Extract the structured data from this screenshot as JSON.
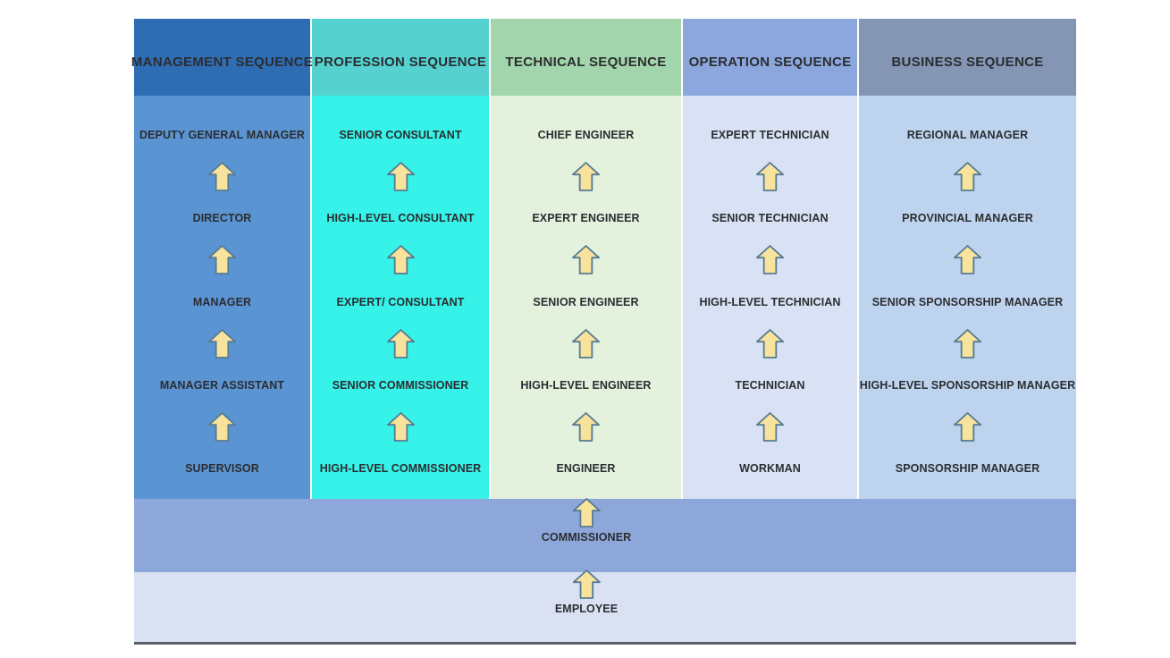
{
  "columns": [
    {
      "title": "MANAGEMENT SEQUENCE",
      "header_color": "#2e6db4",
      "body_color": "#5b94d2",
      "roles": [
        "DEPUTY GENERAL MANAGER",
        "DIRECTOR",
        "MANAGER",
        "MANAGER ASSISTANT",
        "SUPERVISOR"
      ]
    },
    {
      "title": "PROFESSION SEQUENCE",
      "header_color": "#55d1cf",
      "body_color": "#37f2e9",
      "roles": [
        "SENIOR CONSULTANT",
        "HIGH-LEVEL CONSULTANT",
        "EXPERT/ CONSULTANT",
        "SENIOR COMMISSIONER",
        "HIGH-LEVEL COMMISSIONER"
      ]
    },
    {
      "title": "TECHNICAL SEQUENCE",
      "header_color": "#a2d5ab",
      "body_color": "#e4f1dd",
      "roles": [
        "CHIEF ENGINEER",
        "EXPERT ENGINEER",
        "SENIOR ENGINEER",
        "HIGH-LEVEL ENGINEER",
        "ENGINEER"
      ]
    },
    {
      "title": "OPERATION SEQUENCE",
      "header_color": "#8ba7dd",
      "body_color": "#d9e2f4",
      "roles": [
        "EXPERT TECHNICIAN",
        "SENIOR TECHNICIAN",
        "HIGH-LEVEL TECHNICIAN",
        "TECHNICIAN",
        "WORKMAN"
      ]
    },
    {
      "title": "BUSINESS SEQUENCE",
      "header_color": "#8496b4",
      "body_color": "#bed4ee",
      "roles": [
        "REGIONAL MANAGER",
        "PROVINCIAL MANAGER",
        "SENIOR SPONSORSHIP MANAGER",
        "HIGH-LEVEL SPONSORSHIP MANAGER",
        "SPONSORSHIP MANAGER"
      ]
    }
  ],
  "shared_levels": {
    "commissioner": {
      "label": "COMMISSIONER",
      "band_color": "#8da7da"
    },
    "employee": {
      "label": "EMPLOYEE",
      "band_color": "#d9e1f3"
    }
  },
  "icons": {
    "up_arrow": {
      "name": "up-arrow-icon",
      "fill": "#f7e39b",
      "stroke": "#567b93"
    }
  },
  "colors": {
    "text": "#2b2d31",
    "bottom_border": "#5a616b",
    "background": "#ffffff"
  }
}
